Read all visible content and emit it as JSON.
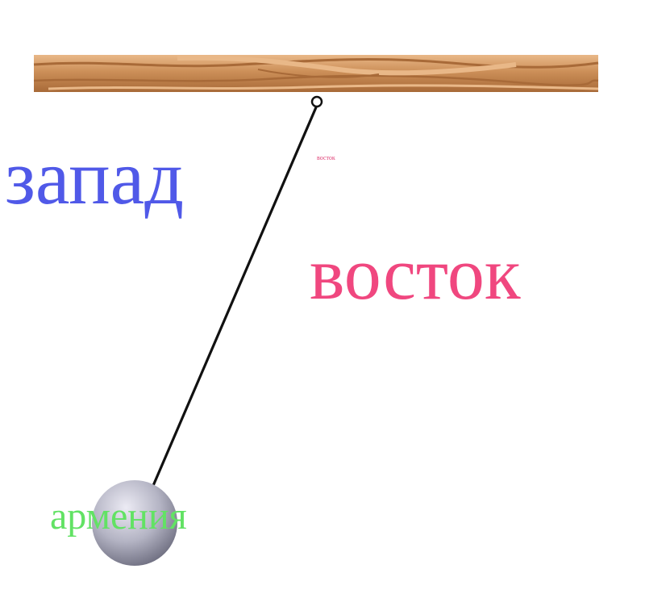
{
  "labels": {
    "west": "запад",
    "east_small": "восток",
    "east": "восток",
    "bob": "армения"
  },
  "colors": {
    "west": "#5059e8",
    "east": "#f0477f",
    "east_small": "#e0457a",
    "bob": "#62e264",
    "wood_base": "#cc8f58",
    "wood_light": "#e9b888",
    "wood_dark": "#a86a38",
    "string": "#111111",
    "bob_highlight": "#ecebf4",
    "bob_mid": "#b4b4c4",
    "bob_shadow": "#6e6e80"
  },
  "icons": {
    "beam": "wooden-beam",
    "hook": "hook-ring-icon",
    "bob": "pendulum-bob"
  }
}
